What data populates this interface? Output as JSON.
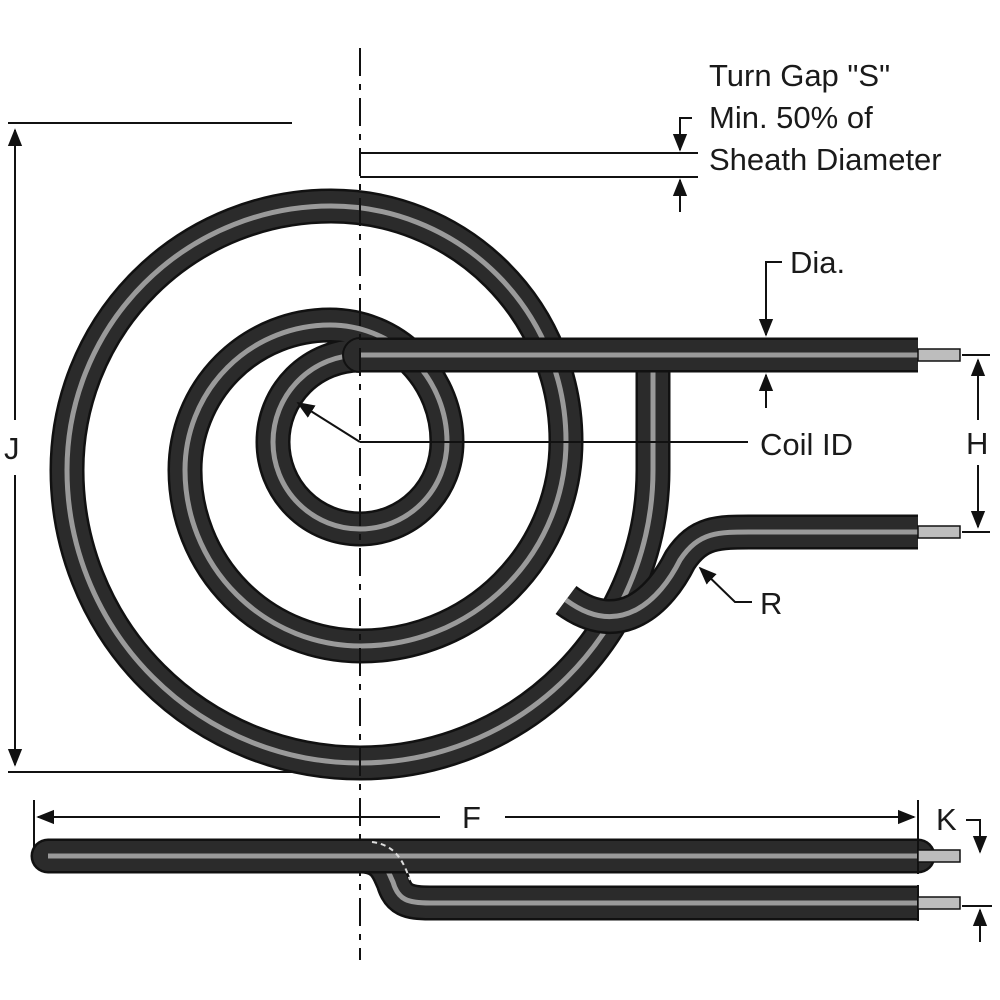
{
  "diagram": {
    "labels": {
      "turn_gap_line1": "Turn Gap \"S\"",
      "turn_gap_line2": "Min. 50% of",
      "turn_gap_line3": "Sheath Diameter",
      "dia": "Dia.",
      "coil_id": "Coil ID",
      "h": "H",
      "r": "R",
      "j": "J",
      "f": "F",
      "k": "K"
    },
    "colors": {
      "sheath_outline": "#111111",
      "sheath_dark": "#2b2b2b",
      "sheath_highlight": "#9a9a9a",
      "terminal": "#bdbdbd",
      "line": "#111111"
    }
  }
}
